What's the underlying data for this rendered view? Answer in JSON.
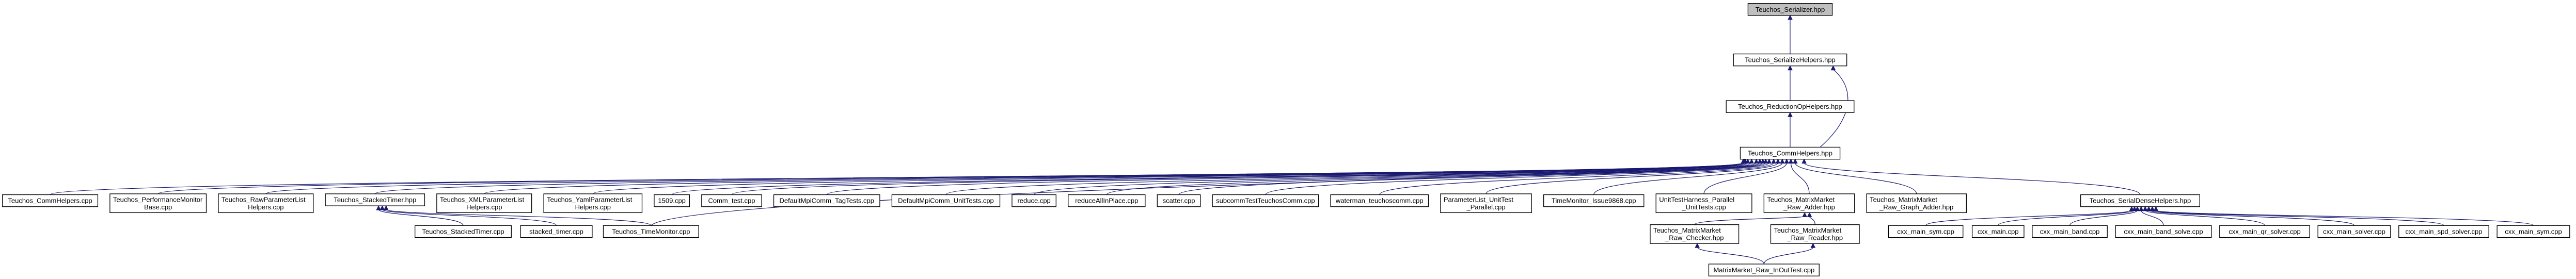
{
  "nodes": [
    {
      "id": "root",
      "lines": [
        "Teuchos_Serializer.hpp"
      ]
    },
    {
      "id": "sh",
      "lines": [
        "Teuchos_SerializeHelpers.hpp"
      ]
    },
    {
      "id": "rh",
      "lines": [
        "Teuchos_ReductionOpHelpers.hpp"
      ]
    },
    {
      "id": "ch",
      "lines": [
        "Teuchos_CommHelpers.hpp"
      ]
    },
    {
      "id": "n1",
      "lines": [
        "Teuchos_CommHelpers.cpp"
      ]
    },
    {
      "id": "n2",
      "lines": [
        "Teuchos_PerformanceMonitor",
        "Base.cpp"
      ]
    },
    {
      "id": "n3",
      "lines": [
        "Teuchos_RawParameterList",
        "Helpers.cpp"
      ]
    },
    {
      "id": "n4",
      "lines": [
        "Teuchos_StackedTimer.hpp"
      ]
    },
    {
      "id": "n5",
      "lines": [
        "Teuchos_XMLParameterList",
        "Helpers.cpp"
      ]
    },
    {
      "id": "n6",
      "lines": [
        "Teuchos_YamlParameterList",
        "Helpers.cpp"
      ]
    },
    {
      "id": "n7",
      "lines": [
        "1509.cpp"
      ]
    },
    {
      "id": "n8",
      "lines": [
        "Comm_test.cpp"
      ]
    },
    {
      "id": "n9",
      "lines": [
        "DefaultMpiComm_TagTests.cpp"
      ]
    },
    {
      "id": "n10",
      "lines": [
        "DefaultMpiComm_UnitTests.cpp"
      ]
    },
    {
      "id": "n11",
      "lines": [
        "reduce.cpp"
      ]
    },
    {
      "id": "n12",
      "lines": [
        "reduceAllInPlace.cpp"
      ]
    },
    {
      "id": "n13",
      "lines": [
        "scatter.cpp"
      ]
    },
    {
      "id": "n14",
      "lines": [
        "subcommTestTeuchosComm.cpp"
      ]
    },
    {
      "id": "n15",
      "lines": [
        "waterman_teuchoscomm.cpp"
      ]
    },
    {
      "id": "n16",
      "lines": [
        "ParameterList_UnitTest",
        "_Parallel.cpp"
      ]
    },
    {
      "id": "n17",
      "lines": [
        "TimeMonitor_Issue9868.cpp"
      ]
    },
    {
      "id": "n18",
      "lines": [
        "UnitTestHarness_Parallel",
        "_UnitTests.cpp"
      ]
    },
    {
      "id": "n19",
      "lines": [
        "Teuchos_MatrixMarket",
        "_Raw_Adder.hpp"
      ]
    },
    {
      "id": "n20",
      "lines": [
        "Teuchos_MatrixMarket",
        "_Raw_Graph_Adder.hpp"
      ]
    },
    {
      "id": "n21",
      "lines": [
        "Teuchos_SerialDenseHelpers.hpp"
      ]
    },
    {
      "id": "s1",
      "lines": [
        "Teuchos_StackedTimer.cpp"
      ]
    },
    {
      "id": "s2",
      "lines": [
        "stacked_timer.cpp"
      ]
    },
    {
      "id": "s3",
      "lines": [
        "Teuchos_TimeMonitor.cpp"
      ]
    },
    {
      "id": "mc",
      "lines": [
        "Teuchos_MatrixMarket",
        "_Raw_Checker.hpp"
      ]
    },
    {
      "id": "mr",
      "lines": [
        "Teuchos_MatrixMarket",
        "_Raw_Reader.hpp"
      ]
    },
    {
      "id": "mi",
      "lines": [
        "MatrixMarket_Raw_InOutTest.cpp"
      ]
    },
    {
      "id": "d1",
      "lines": [
        "cxx_main_sym.cpp"
      ]
    },
    {
      "id": "d2",
      "lines": [
        "cxx_main.cpp"
      ]
    },
    {
      "id": "d3",
      "lines": [
        "cxx_main_band.cpp"
      ]
    },
    {
      "id": "d4",
      "lines": [
        "cxx_main_band_solve.cpp"
      ]
    },
    {
      "id": "d5",
      "lines": [
        "cxx_main_qr_solver.cpp"
      ]
    },
    {
      "id": "d6",
      "lines": [
        "cxx_main_solver.cpp"
      ]
    },
    {
      "id": "d7",
      "lines": [
        "cxx_main_spd_solver.cpp"
      ]
    },
    {
      "id": "d8",
      "lines": [
        "cxx_main_sym.cpp"
      ]
    }
  ],
  "edges": [
    [
      "sh",
      "root"
    ],
    [
      "rh",
      "sh"
    ],
    [
      "ch",
      "rh"
    ],
    [
      "ch",
      "sh"
    ],
    [
      "n1",
      "ch"
    ],
    [
      "n2",
      "ch"
    ],
    [
      "n3",
      "ch"
    ],
    [
      "n4",
      "ch"
    ],
    [
      "n5",
      "ch"
    ],
    [
      "n6",
      "ch"
    ],
    [
      "n7",
      "ch"
    ],
    [
      "n8",
      "ch"
    ],
    [
      "n9",
      "ch"
    ],
    [
      "n10",
      "ch"
    ],
    [
      "n11",
      "ch"
    ],
    [
      "n12",
      "ch"
    ],
    [
      "n13",
      "ch"
    ],
    [
      "n14",
      "ch"
    ],
    [
      "n15",
      "ch"
    ],
    [
      "n16",
      "ch"
    ],
    [
      "n17",
      "ch"
    ],
    [
      "n18",
      "ch"
    ],
    [
      "n19",
      "ch"
    ],
    [
      "n20",
      "ch"
    ],
    [
      "n21",
      "ch"
    ],
    [
      "s3",
      "ch"
    ],
    [
      "s1",
      "n4"
    ],
    [
      "s2",
      "n4"
    ],
    [
      "s3",
      "n4"
    ],
    [
      "mc",
      "n19"
    ],
    [
      "mr",
      "n19"
    ],
    [
      "mi",
      "mc"
    ],
    [
      "mi",
      "mr"
    ],
    [
      "d1",
      "n21"
    ],
    [
      "d2",
      "n21"
    ],
    [
      "d3",
      "n21"
    ],
    [
      "d4",
      "n21"
    ],
    [
      "d5",
      "n21"
    ],
    [
      "d6",
      "n21"
    ],
    [
      "d7",
      "n21"
    ],
    [
      "d8",
      "n21"
    ]
  ]
}
